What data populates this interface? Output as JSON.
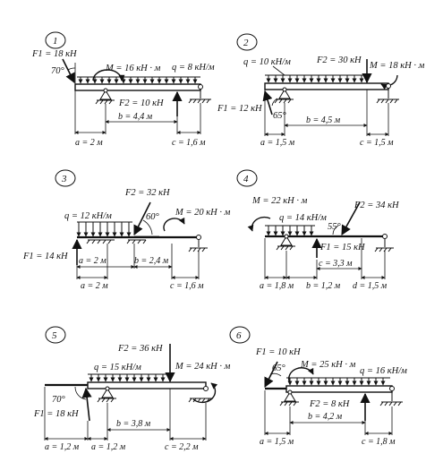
{
  "problems": [
    {
      "number": "1",
      "labels": {
        "f1": "F1 = 18 кН",
        "angle": "70°",
        "m": "M = 16 кН · м",
        "q": "q = 8 кН/м",
        "f2": "F2 = 10 кН",
        "b": "b = 4,4 м",
        "a": "a = 2 м",
        "c": "c = 1,6 м"
      }
    },
    {
      "number": "2",
      "labels": {
        "q": "q = 10 кН/м",
        "f2": "F2 = 30 кН",
        "m": "M = 18 кН · м",
        "f1": "F1 = 12 кН",
        "angle": "65°",
        "b": "b = 4,5 м",
        "a": "a = 1,5 м",
        "c": "c = 1,5 м"
      }
    },
    {
      "number": "3",
      "labels": {
        "f2": "F2 = 32 кН",
        "q": "q = 12 кН/м",
        "angle": "60°",
        "m": "M = 20 кН · м",
        "f1": "F1 = 14 кН",
        "a_inner": "a = 2 м",
        "b": "b = 2,4 м",
        "a": "a = 2 м",
        "c": "c = 1,6 м"
      }
    },
    {
      "number": "4",
      "labels": {
        "m": "M = 22 кН · м",
        "f2": "F2 = 34 кН",
        "q": "q = 14 кН/м",
        "angle": "55°",
        "f1": "F1 = 15 кН",
        "c": "c = 3,3 м",
        "a": "a = 1,8 м",
        "b": "b = 1,2 м",
        "d": "d = 1,5 м"
      }
    },
    {
      "number": "5",
      "labels": {
        "f2": "F2 = 36 кН",
        "q": "q = 15 кН/м",
        "m": "M = 24 кН · м",
        "angle": "70°",
        "f1": "F1 = 18 кН",
        "b": "b = 3,8 м",
        "a1": "a = 1,2 м",
        "a2": "a = 1,2 м",
        "c": "c = 2,2 м"
      }
    },
    {
      "number": "6",
      "labels": {
        "f1": "F1 = 10 кН",
        "angle": "65°",
        "m": "M = 25 кН · м",
        "q": "q = 16 кН/м",
        "f2": "F2 = 8 кН",
        "b": "b = 4,2 м",
        "a": "a = 1,5 м",
        "c": "c = 1,8 м"
      }
    }
  ]
}
